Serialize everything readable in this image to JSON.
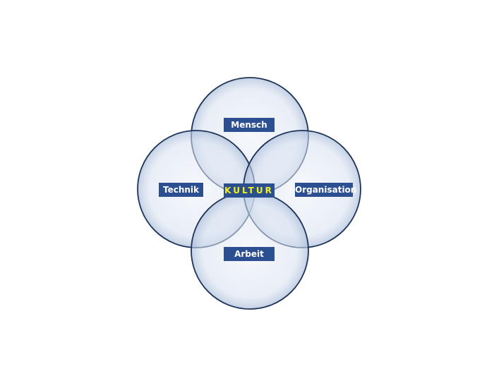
{
  "diagram": {
    "center_label": "KULTUR",
    "circles": [
      {
        "id": "top",
        "label": "Mensch"
      },
      {
        "id": "left",
        "label": "Technik"
      },
      {
        "id": "right",
        "label": "Organisation"
      },
      {
        "id": "bottom",
        "label": "Arbeit"
      }
    ],
    "colors": {
      "label_bg": "#2c4f91",
      "label_text": "#ffffff",
      "center_text": "#f2f21a",
      "circle_stroke": "#1e3358",
      "circle_fill": "#dde6f3"
    }
  }
}
